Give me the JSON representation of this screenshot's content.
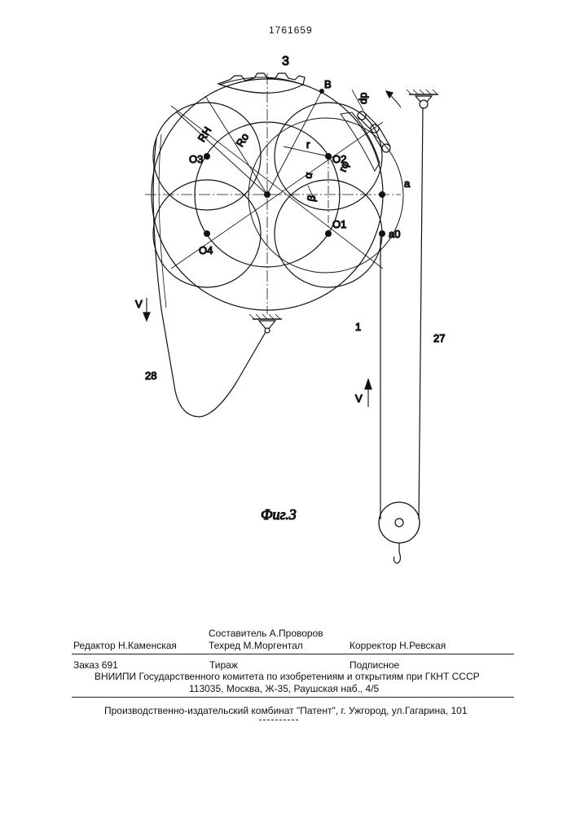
{
  "patent_number": "1761659",
  "figure": {
    "caption": "Фиг.3",
    "labels": {
      "gear": "3",
      "point_b": "B",
      "point_a": "a",
      "point_a0": "a0",
      "d_p": "dp",
      "r_h": "RH",
      "r_o": "Ro",
      "r": "r",
      "r_phi": "rφ",
      "o1": "O1",
      "o2": "O2",
      "o3": "O3",
      "o4": "O4",
      "alpha": "α",
      "beta": "β",
      "cable_1": "1",
      "cable_27": "27",
      "belt_28": "28",
      "v_left": "V",
      "v_right": "V"
    }
  },
  "colophon": {
    "editor": "Редактор  Н.Каменская",
    "compiler": "Составитель  А.Проворов",
    "techred": "Техред М.Моргентал",
    "corrector": "Корректор  Н.Ревская",
    "order": "Заказ  691",
    "circulation": "Тираж",
    "subscription": "Подписное",
    "vniipi": "ВНИИПИ Государственного комитета по изобретениям и открытиям при ГКНТ СССР",
    "address": "113035, Москва, Ж-35, Раушская наб., 4/5",
    "publisher": "Производственно-издательский комбинат \"Патент\", г. Ужгород, ул.Гагарина, 101"
  }
}
